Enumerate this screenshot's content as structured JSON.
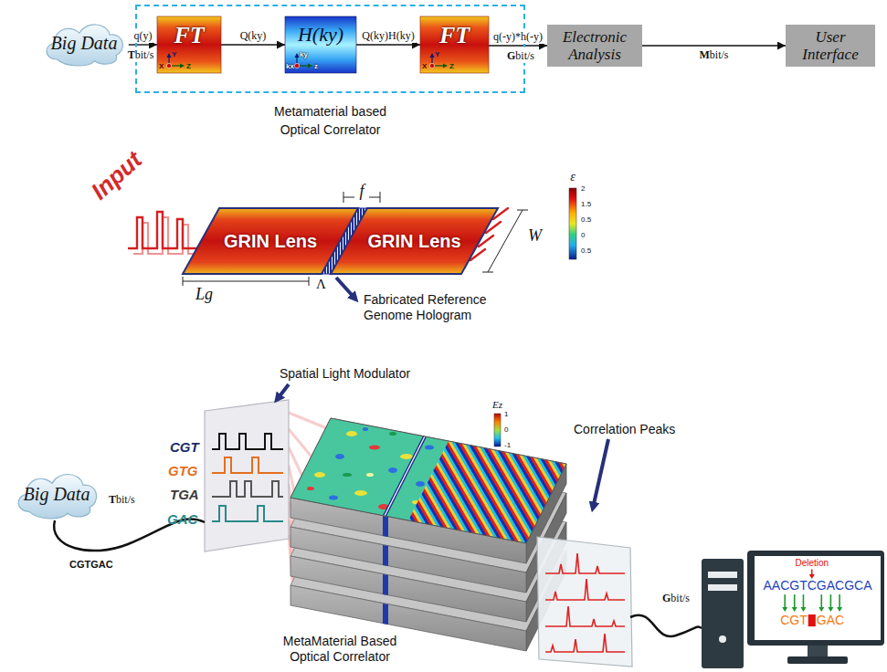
{
  "diagram": {
    "nodes": [
      {
        "text": [
          "Big Data"
        ]
      },
      {
        "text": [
          "Metamaterial based Optical Correlator"
        ]
      },
      {
        "text": [
          "FT"
        ],
        "in": 1
      },
      {
        "text": [
          "H(ky)"
        ],
        "in": 1
      },
      {
        "text": [
          "FT"
        ],
        "in": 1
      },
      {
        "text": [
          "Electronic Analysis"
        ]
      },
      {
        "text": [
          "User Interface"
        ]
      },
      {
        "text": [
          "GRIN Lens"
        ]
      },
      {
        "text": [
          "GRIN Lens"
        ]
      },
      {
        "text": [
          "Big Data"
        ]
      },
      {
        "text": [
          "Deletion",
          "AACGTCGACGCA",
          "CGT",
          "GAC"
        ]
      }
    ],
    "edges": [
      {
        "from": 0,
        "to": 2,
        "arrow": "to",
        "label": "q(y)"
      },
      {
        "from": 2,
        "to": 3,
        "arrow": "to",
        "label": "Q(ky)"
      },
      {
        "from": 3,
        "to": 4,
        "arrow": "to",
        "label": "Q(ky)H(ky)"
      },
      {
        "from": 4,
        "to": 5,
        "arrow": "to",
        "label": "q(-y)*h(-y)"
      },
      {
        "from": 5,
        "to": 6,
        "arrow": "to",
        "label": "Mbit/s"
      }
    ],
    "labels": [
      "Tbit/s",
      "Gbit/s",
      "Y",
      "X",
      "Z",
      "ky",
      "kx",
      "z",
      "Y",
      "X",
      "Z",
      "Input",
      "f",
      "W",
      "Lg",
      "Λ",
      "Fabricated Reference Genome Hologram",
      "ε",
      "2",
      "1.5",
      "0.5",
      "0",
      "0.5",
      "Spatial Light Modulator",
      "CGT",
      "GTG",
      "TGA",
      "GAC",
      "Tbit/s",
      "CGTGAC",
      "Ez",
      "1",
      "0",
      "-1",
      "Correlation Peaks",
      "Gbit/s",
      "MetaMaterial Based Optical Correlator"
    ]
  }
}
